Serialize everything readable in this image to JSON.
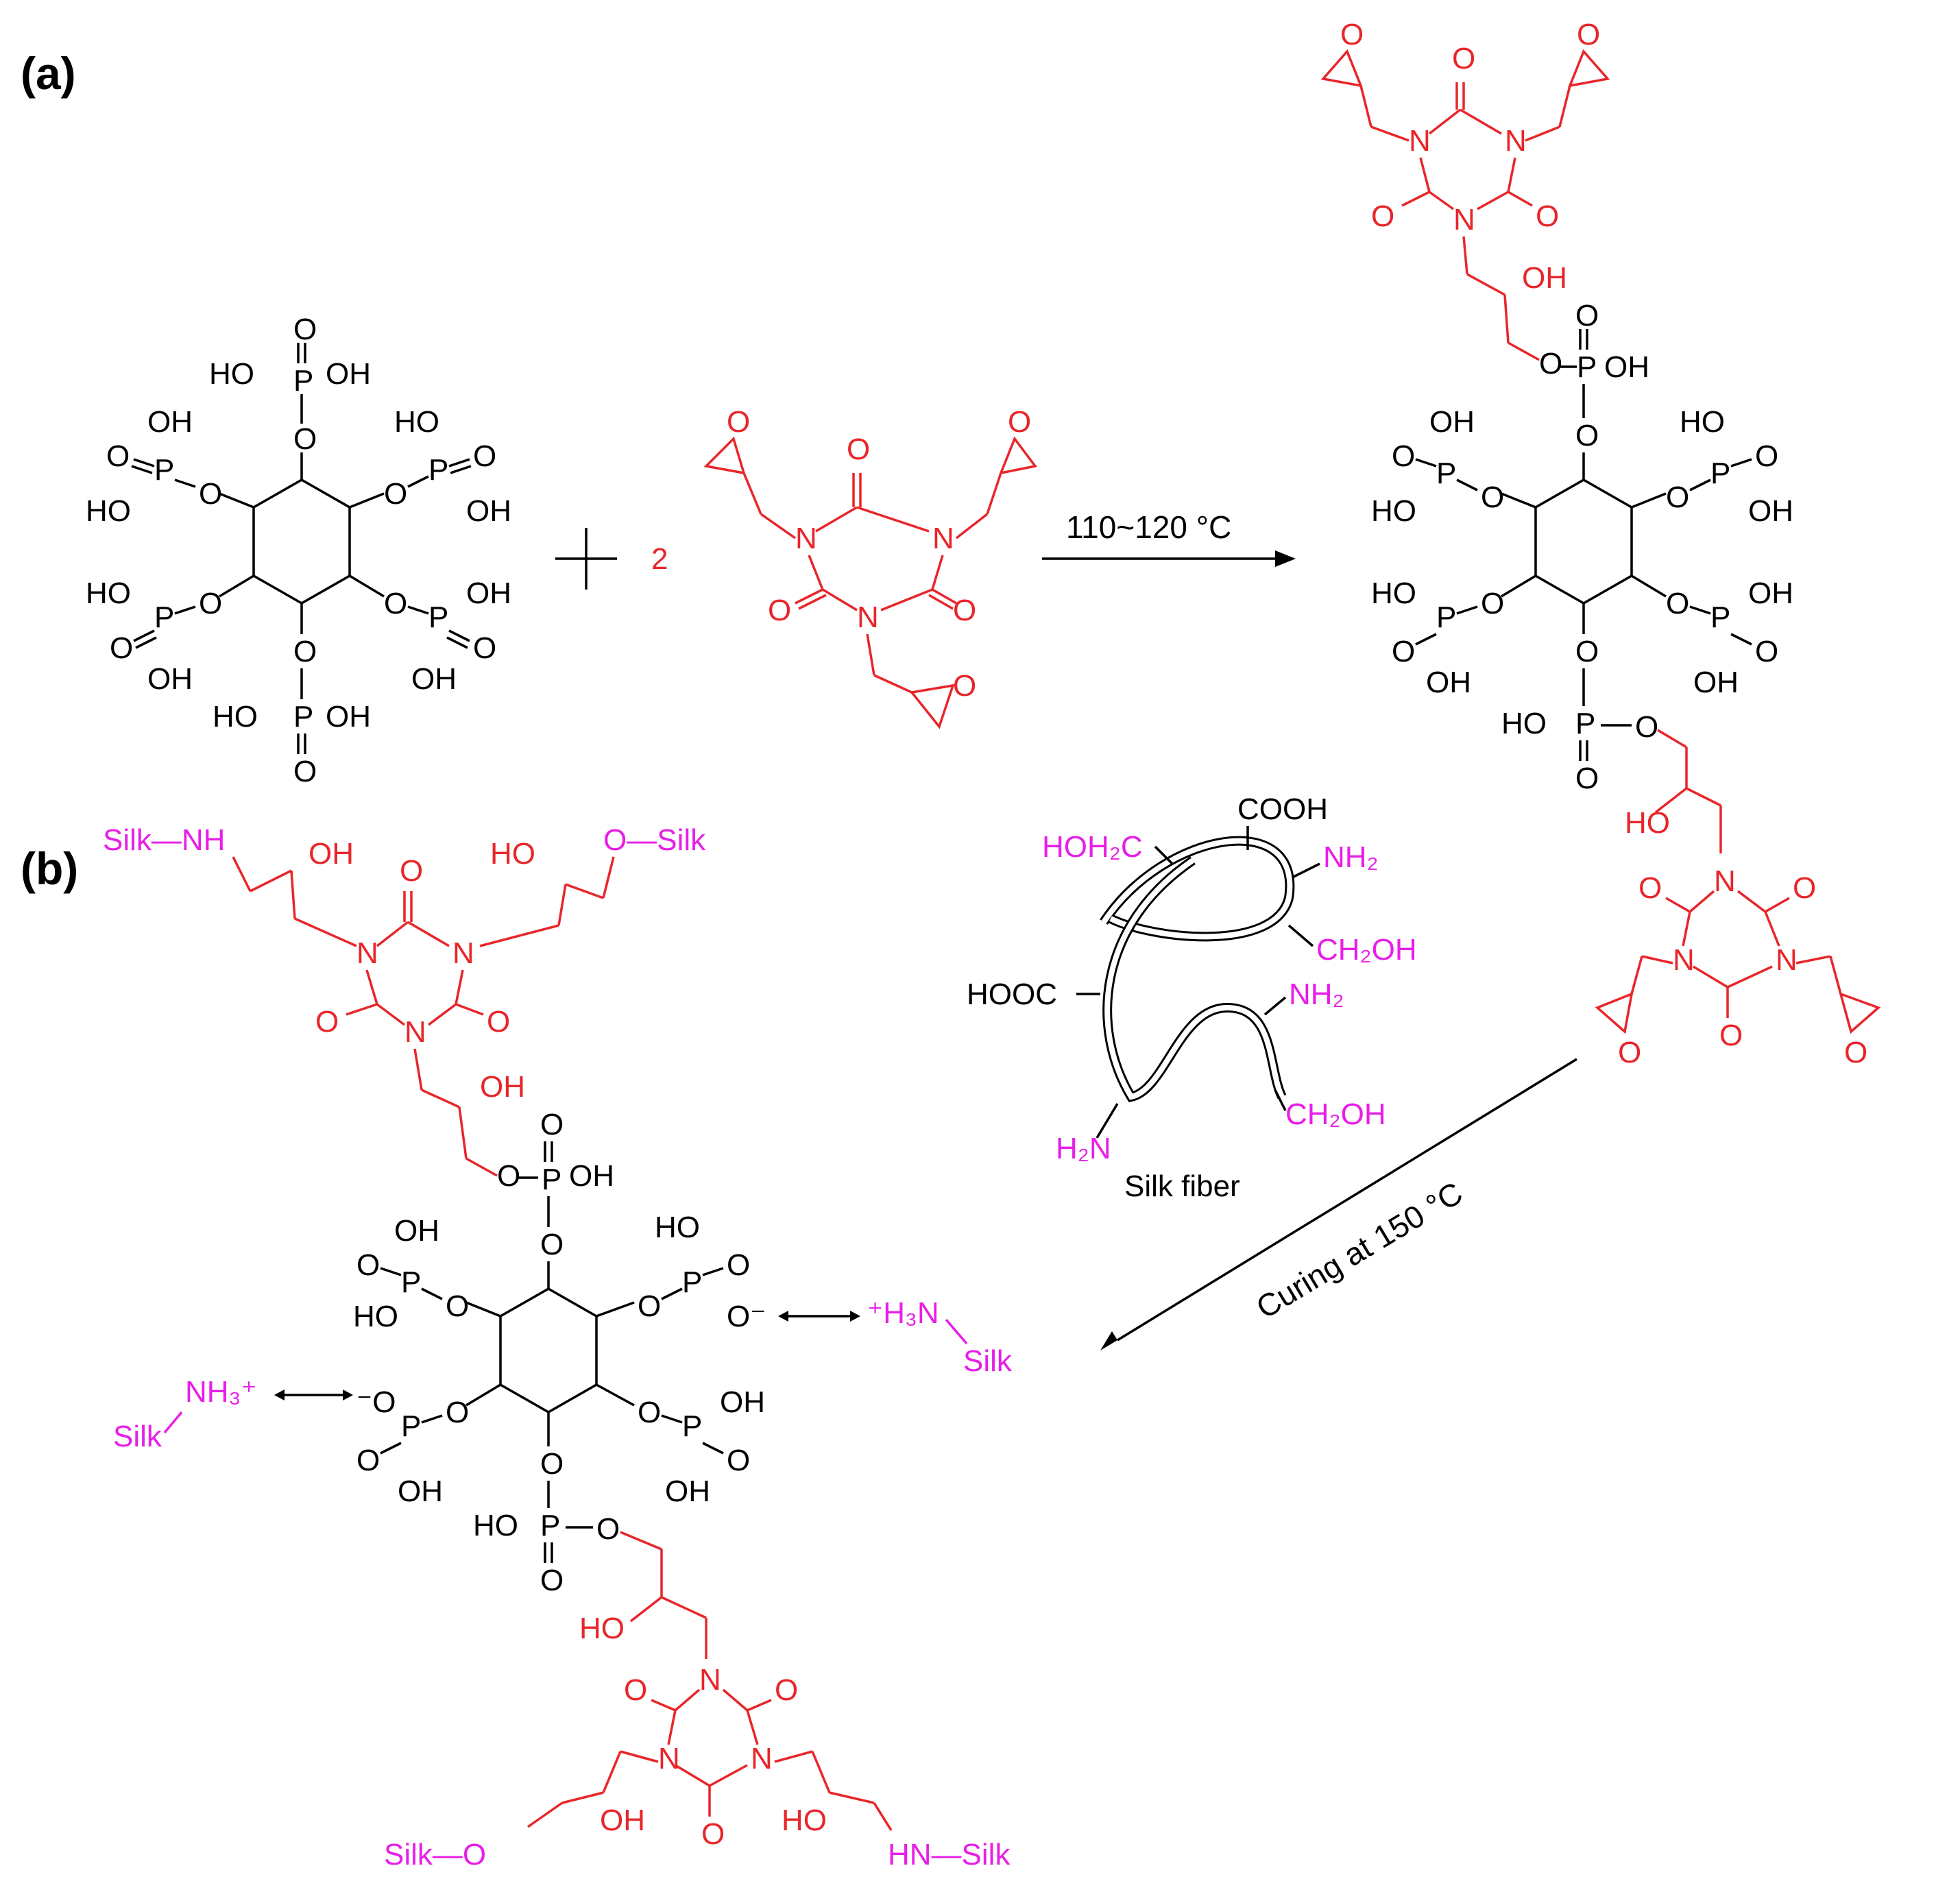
{
  "panels": {
    "a": "(a)",
    "b": "(b)"
  },
  "reaction": {
    "plus": "+",
    "coefficient": "2",
    "condition_a": "110~120 °C",
    "condition_b": "Curing at 150 °C",
    "fiber_label": "Silk fiber"
  },
  "labels": {
    "OH": "OH",
    "HO": "HO",
    "O": "O",
    "P": "P",
    "N": "N",
    "Ominus": "O⁻",
    "minusO": "⁻O",
    "COOH": "COOH",
    "HOOC": "HOOC",
    "NH2": "NH₂",
    "H2N": "H₂N",
    "CH2OH": "CH₂OH",
    "HOH2C": "HOH₂C",
    "silk_NH": "Silk—NH",
    "O_silk": "O—Silk",
    "silk_O": "Silk—O",
    "HN_silk": "HN—Silk",
    "H3N_plus": "⁺H₃N",
    "NH3_plus": "NH₃⁺",
    "Silk": "Silk"
  },
  "colors": {
    "phytic_acid": "#000000",
    "tgic": "#e8262a",
    "silk": "#e81ee8"
  }
}
